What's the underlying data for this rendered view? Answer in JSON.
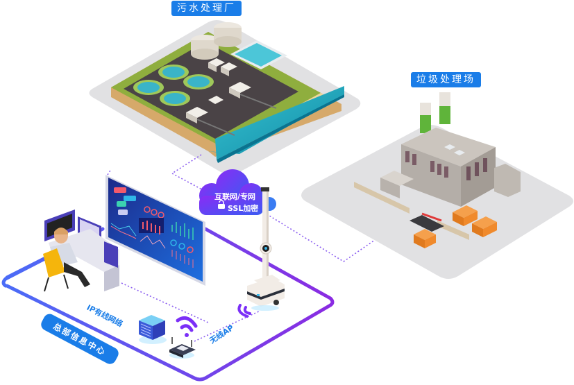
{
  "labels": {
    "sewage_plant": "污水处理厂",
    "waste_plant": "垃圾处理场",
    "cloud_line1": "互联网/专网",
    "cloud_line2": "SSL加密",
    "wired_network": "IP有线网络",
    "wireless_ap": "无线AP",
    "hq_center": "总部信息中心"
  },
  "icons": {
    "cloud": "cloud-icon",
    "lock": "lock-icon",
    "server": "server-icon",
    "router": "router-icon",
    "wifi": "wifi-icon",
    "robot": "inspection-robot-icon"
  },
  "colors": {
    "tag_blue": "#1a7de8",
    "cloud_purple_start": "#7b2ff7",
    "cloud_purple_end": "#3d55f0",
    "border_blue": "#4a6cf7",
    "border_purple": "#8a2be2",
    "dotted_line": "#8a5cf0",
    "platform_gray": "#e1e1e3",
    "water": "#1aa3b8",
    "grass": "#8fae3e",
    "sand": "#ecd79c",
    "factory_wall": "#b4aea8",
    "chimney_green": "#5fb43a",
    "truck_orange": "#f08a2c"
  }
}
